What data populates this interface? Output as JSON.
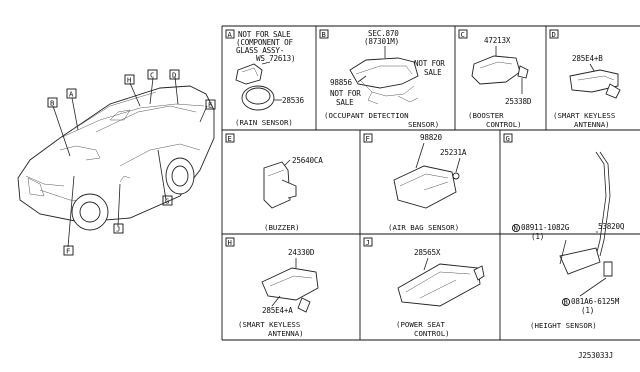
{
  "overview": {
    "callouts": [
      "A",
      "B",
      "H",
      "C",
      "D",
      "E",
      "G",
      "F",
      "J"
    ]
  },
  "panels": {
    "a": {
      "letter": "A",
      "note": [
        "NOT FOR SALE",
        "(COMPONENT OF",
        "GLASS ASSY-",
        "WS 72613)"
      ],
      "part": "28536",
      "caption": "(RAIN SENSOR)"
    },
    "b": {
      "letter": "B",
      "ref": [
        "SEC.870",
        "(87301M)"
      ],
      "note1": [
        "NOT FOR",
        "SALE"
      ],
      "part": "98856",
      "note2": [
        "NOT FOR",
        "SALE"
      ],
      "caption": [
        "(OCCUPANT DETECTION",
        "SENSOR)"
      ]
    },
    "c": {
      "letter": "C",
      "part1": "47213X",
      "part2": "25338D",
      "caption": [
        "(BOOSTER",
        "CONTROL)"
      ]
    },
    "d": {
      "letter": "D",
      "part": "285E4+B",
      "caption": [
        "(SMART KEYLESS",
        "ANTENNA)"
      ]
    },
    "e": {
      "letter": "E",
      "part": "25640CA",
      "caption": "(BUZZER)"
    },
    "f": {
      "letter": "F",
      "part1": "98820",
      "part2": "25231A",
      "caption": "(AIR BAG SENSOR)"
    },
    "g": {
      "letter": "G",
      "part1": "53820Q",
      "nut_symbol": "N",
      "part2": "08911-1082G",
      "qty2": "(1)",
      "bolt_symbol": "B",
      "part3": "081A6-6125M",
      "qty3": "(1)",
      "caption": "(HEIGHT SENSOR)"
    },
    "h": {
      "letter": "H",
      "part1": "24330D",
      "part2": "285E4+A",
      "caption": [
        "(SMART KEYLESS",
        "ANTENNA)"
      ]
    },
    "j": {
      "letter": "J",
      "part": "28565X",
      "caption": [
        "(POWER SEAT",
        "CONTROL)"
      ]
    }
  },
  "diagram_id": "J253033J"
}
